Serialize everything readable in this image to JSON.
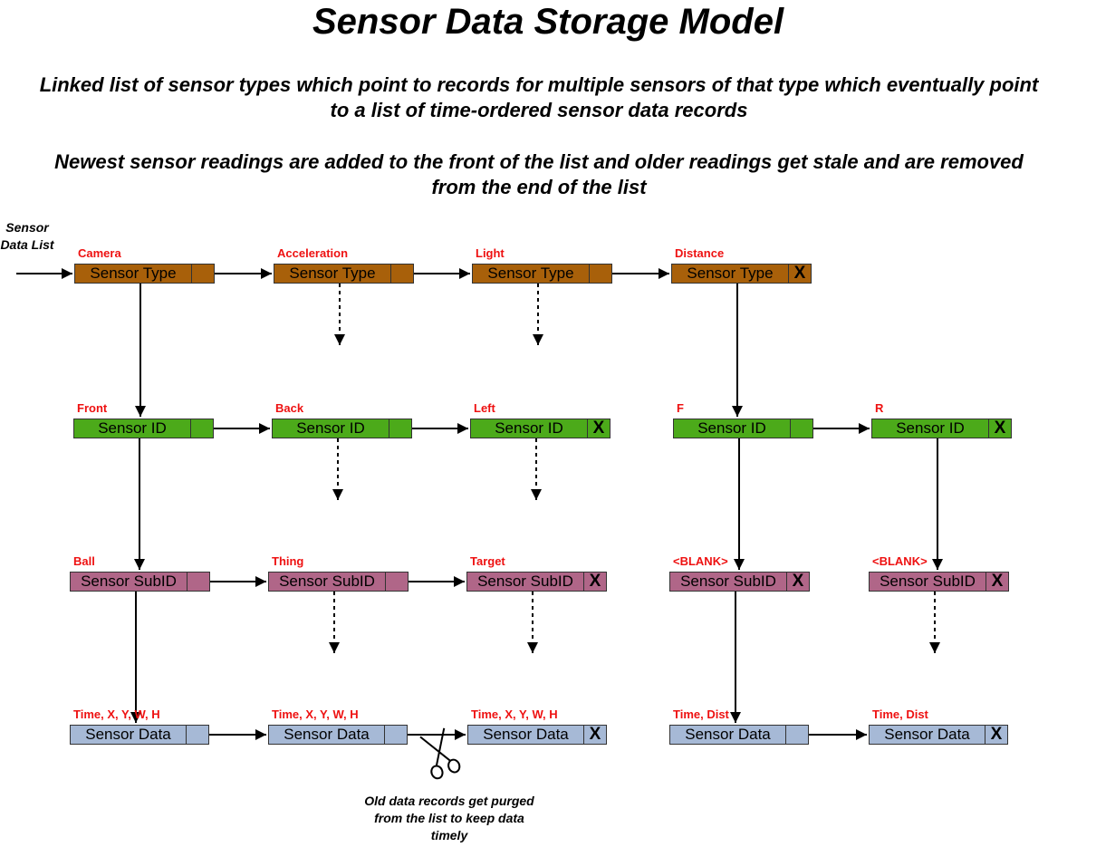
{
  "title": "Sensor Data Storage Model",
  "subtitle_1": "Linked list of sensor types which point to records for multiple sensors of that type which eventually point to a list of time-ordered sensor data records",
  "subtitle_2": "Newest sensor readings are added to the front of the list and older readings get stale and are removed from the end of the list",
  "entry_label": "Sensor Data List",
  "footnote": "Old data records get purged from the list to keep data timely",
  "colors": {
    "type": "#a8600a",
    "id": "#4caa1a",
    "subid": "#b06688",
    "data": "#a6b9d6",
    "label": "#ee1111"
  },
  "rows": {
    "type": {
      "node_text": "Sensor Type",
      "labels": [
        "Camera",
        "Acceleration",
        "Light",
        "Distance"
      ]
    },
    "id": {
      "node_text": "Sensor ID",
      "labels": [
        "Front",
        "Back",
        "Left",
        "F",
        "R"
      ]
    },
    "subid": {
      "node_text": "Sensor SubID",
      "labels": [
        "Ball",
        "Thing",
        "Target",
        "<BLANK>",
        "<BLANK>"
      ]
    },
    "data": {
      "node_text": "Sensor Data",
      "labels": [
        "Time, X, Y, W, H",
        "Time, X, Y, W, H",
        "Time, X, Y, W, H",
        "Time, Dist",
        "Time, Dist"
      ]
    }
  },
  "null_pointer_mark": "X",
  "purge_icon": "scissors-icon"
}
